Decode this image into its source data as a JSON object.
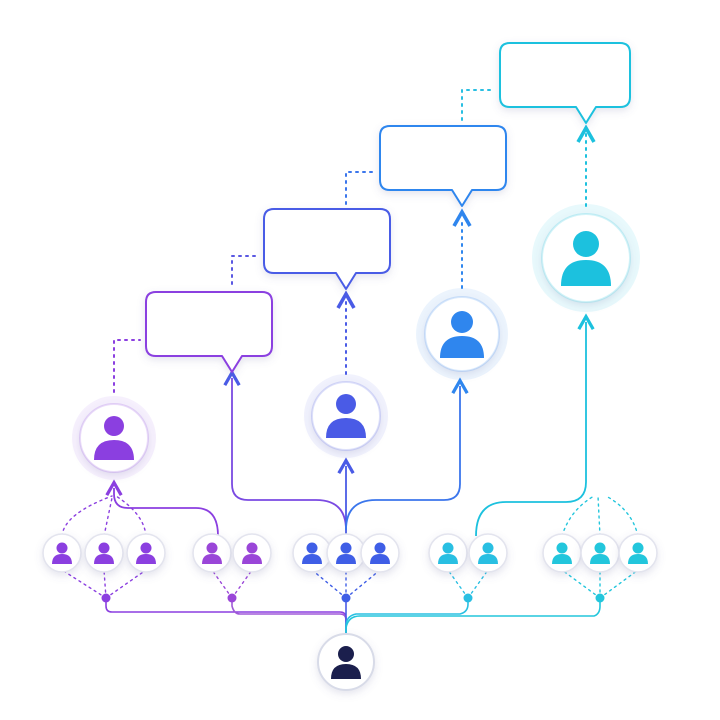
{
  "diagram": {
    "root": {
      "name": "root-user",
      "color": "#1b1f4d"
    },
    "tiers": [
      {
        "name": "tier-1",
        "color": "#8b3fe0",
        "bubble_text": ""
      },
      {
        "name": "tier-2",
        "color": "#4a5be6",
        "bubble_text": ""
      },
      {
        "name": "tier-3",
        "color": "#2f86ee",
        "bubble_text": ""
      },
      {
        "name": "tier-4",
        "color": "#1cc1de",
        "bubble_text": ""
      }
    ],
    "group_colors": [
      "#8b3fe0",
      "#9a46d8",
      "#3f5ee6",
      "#29bfe2",
      "#23c6dc"
    ],
    "groups": [
      {
        "name": "group-1",
        "members": 3
      },
      {
        "name": "group-2",
        "members": 2
      },
      {
        "name": "group-3",
        "members": 3
      },
      {
        "name": "group-4",
        "members": 2
      },
      {
        "name": "group-5",
        "members": 3
      }
    ]
  }
}
